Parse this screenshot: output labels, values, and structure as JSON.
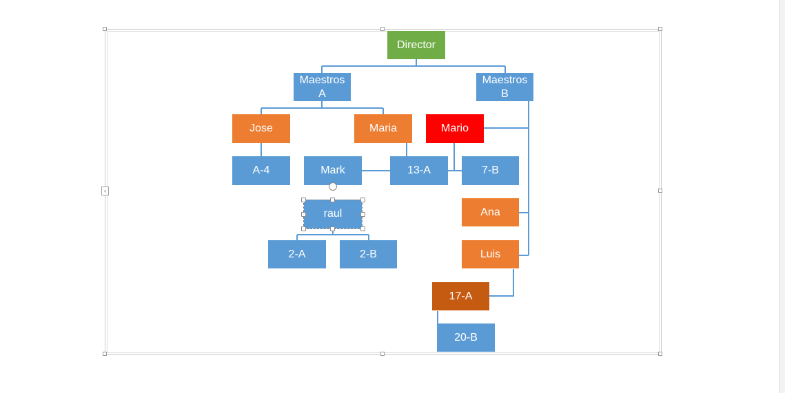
{
  "diagram": {
    "nodes": {
      "director": "Director",
      "maestros_a": "Maestros\nA",
      "maestros_b": "Maestros\nB",
      "jose": "Jose",
      "maria": "Maria",
      "mario": "Mario",
      "a4": "A-4",
      "mark": "Mark",
      "c13a": "13-A",
      "c7b": "7-B",
      "raul": "raul",
      "ana": "Ana",
      "c2a": "2-A",
      "c2b": "2-B",
      "luis": "Luis",
      "c17a": "17-A",
      "c20b": "20-B"
    },
    "colors": {
      "blue": "#5b9bd5",
      "orange": "#ed7d31",
      "green": "#70ad47",
      "red": "#ff0000",
      "brown": "#c55a11",
      "connector": "#5b9bd5"
    }
  }
}
